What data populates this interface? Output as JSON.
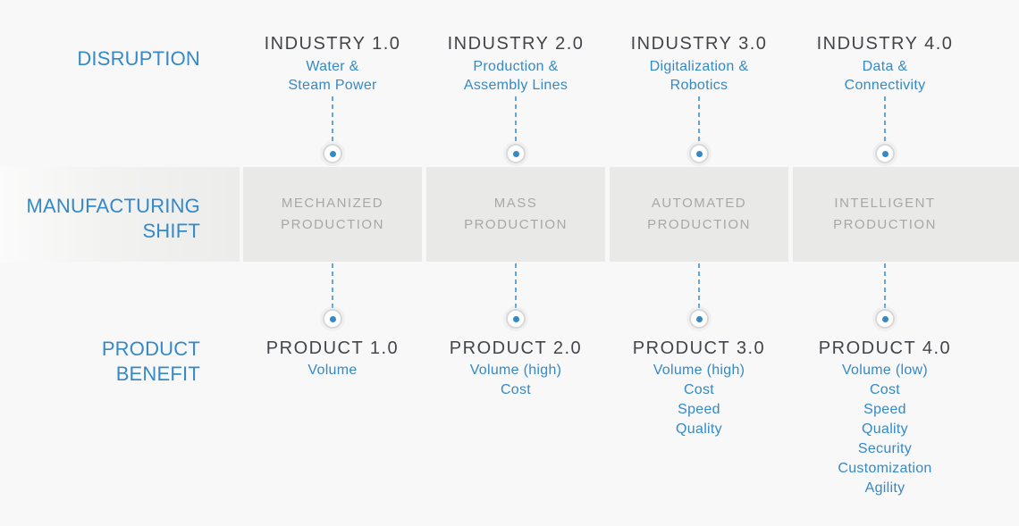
{
  "colors": {
    "accent_blue": "#3589c6",
    "dash_blue": "#64a5d6",
    "dark_text": "#42454a",
    "shift_gray_text": "#a8a8a8",
    "cell_gray": "#e9e9e8",
    "page_bg": "#f8f8f8"
  },
  "row_labels": {
    "disruption": "DISRUPTION",
    "manufacturing_shift": [
      "MANUFACTURING",
      "SHIFT"
    ],
    "product_benefit": [
      "PRODUCT",
      "BENEFIT"
    ]
  },
  "columns": [
    {
      "industry": "INDUSTRY 1.0",
      "disruption": [
        "Water &",
        "Steam Power"
      ],
      "shift": [
        "MECHANIZED",
        "PRODUCTION"
      ],
      "product": "PRODUCT 1.0",
      "benefits": [
        "Volume"
      ]
    },
    {
      "industry": "INDUSTRY 2.0",
      "disruption": [
        "Production &",
        "Assembly Lines"
      ],
      "shift": [
        "MASS",
        "PRODUCTION"
      ],
      "product": "PRODUCT 2.0",
      "benefits": [
        "Volume (high)",
        "Cost"
      ]
    },
    {
      "industry": "INDUSTRY 3.0",
      "disruption": [
        "Digitalization &",
        "Robotics"
      ],
      "shift": [
        "AUTOMATED",
        "PRODUCTION"
      ],
      "product": "PRODUCT 3.0",
      "benefits": [
        "Volume (high)",
        "Cost",
        "Speed",
        "Quality"
      ]
    },
    {
      "industry": "INDUSTRY 4.0",
      "disruption": [
        "Data &",
        "Connectivity"
      ],
      "shift": [
        "INTELLIGENT",
        "PRODUCTION"
      ],
      "product": "PRODUCT 4.0",
      "benefits": [
        "Volume (low)",
        "Cost",
        "Speed",
        "Quality",
        "Security",
        "Customization",
        "Agility"
      ]
    }
  ]
}
